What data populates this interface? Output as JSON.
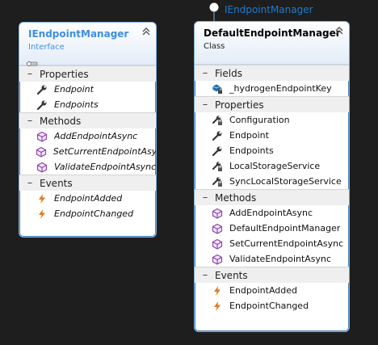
{
  "lollipop_label": "IEndpointManager",
  "interface_box": {
    "title": "IEndpointManager",
    "subtitle": "Interface",
    "sections": [
      {
        "title": "Properties",
        "items": [
          {
            "label": "Endpoint",
            "icon": "wrench-icon"
          },
          {
            "label": "Endpoints",
            "icon": "wrench-icon"
          }
        ]
      },
      {
        "title": "Methods",
        "items": [
          {
            "label": "AddEndpointAsync",
            "icon": "method-cube-icon"
          },
          {
            "label": "SetCurrentEndpointAsy...",
            "icon": "method-cube-icon"
          },
          {
            "label": "ValidateEndpointAsync",
            "icon": "method-cube-icon"
          }
        ]
      },
      {
        "title": "Events",
        "items": [
          {
            "label": "EndpointAdded",
            "icon": "lightning-icon"
          },
          {
            "label": "EndpointChanged",
            "icon": "lightning-icon"
          }
        ]
      }
    ]
  },
  "class_box": {
    "title": "DefaultEndpointManager",
    "subtitle": "Class",
    "sections": [
      {
        "title": "Fields",
        "items": [
          {
            "label": "_hydrogenEndpointKey",
            "icon": "private-field-icon"
          }
        ]
      },
      {
        "title": "Properties",
        "items": [
          {
            "label": "Configuration",
            "icon": "private-wrench-icon"
          },
          {
            "label": "Endpoint",
            "icon": "wrench-icon"
          },
          {
            "label": "Endpoints",
            "icon": "wrench-icon"
          },
          {
            "label": "LocalStorageService",
            "icon": "private-wrench-icon"
          },
          {
            "label": "SyncLocalStorageService",
            "icon": "private-wrench-icon"
          }
        ]
      },
      {
        "title": "Methods",
        "items": [
          {
            "label": "AddEndpointAsync",
            "icon": "method-cube-icon"
          },
          {
            "label": "DefaultEndpointManager",
            "icon": "method-cube-icon"
          },
          {
            "label": "SetCurrentEndpointAsync",
            "icon": "method-cube-icon"
          },
          {
            "label": "ValidateEndpointAsync",
            "icon": "method-cube-icon"
          }
        ]
      },
      {
        "title": "Events",
        "items": [
          {
            "label": "EndpointAdded",
            "icon": "lightning-icon"
          },
          {
            "label": "EndpointChanged",
            "icon": "lightning-icon"
          }
        ]
      }
    ]
  }
}
